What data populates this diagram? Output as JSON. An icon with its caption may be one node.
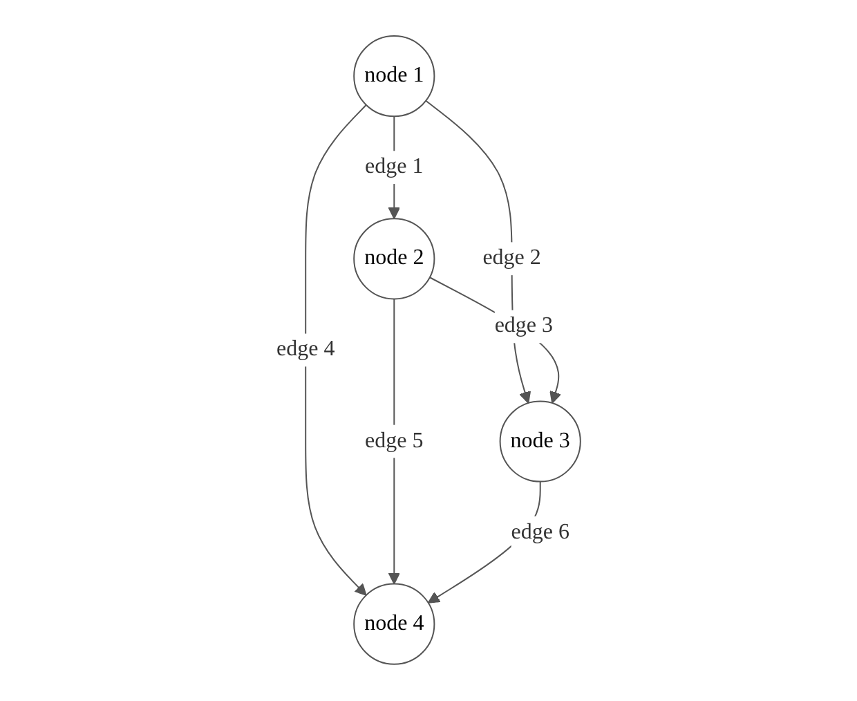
{
  "diagram": {
    "nodes": [
      {
        "text": [
          "node 1"
        ]
      },
      {
        "text": [
          "node 4"
        ]
      },
      {
        "text": [
          "node 2"
        ]
      },
      {
        "text": [
          "node 3"
        ]
      }
    ],
    "edges": [
      {
        "from": 0,
        "to": 2,
        "arrow": "to",
        "label": "edge 1"
      },
      {
        "from": 0,
        "to": 3,
        "arrow": "to",
        "label": "edge 2"
      },
      {
        "from": 2,
        "to": 3,
        "arrow": "to",
        "label": "edge 3"
      },
      {
        "from": 0,
        "to": 1,
        "arrow": "to",
        "label": "edge 4"
      },
      {
        "from": 2,
        "to": 1,
        "arrow": "to",
        "label": "edge 5"
      },
      {
        "from": 3,
        "to": 1,
        "arrow": "to",
        "label": "edge 6"
      }
    ]
  }
}
